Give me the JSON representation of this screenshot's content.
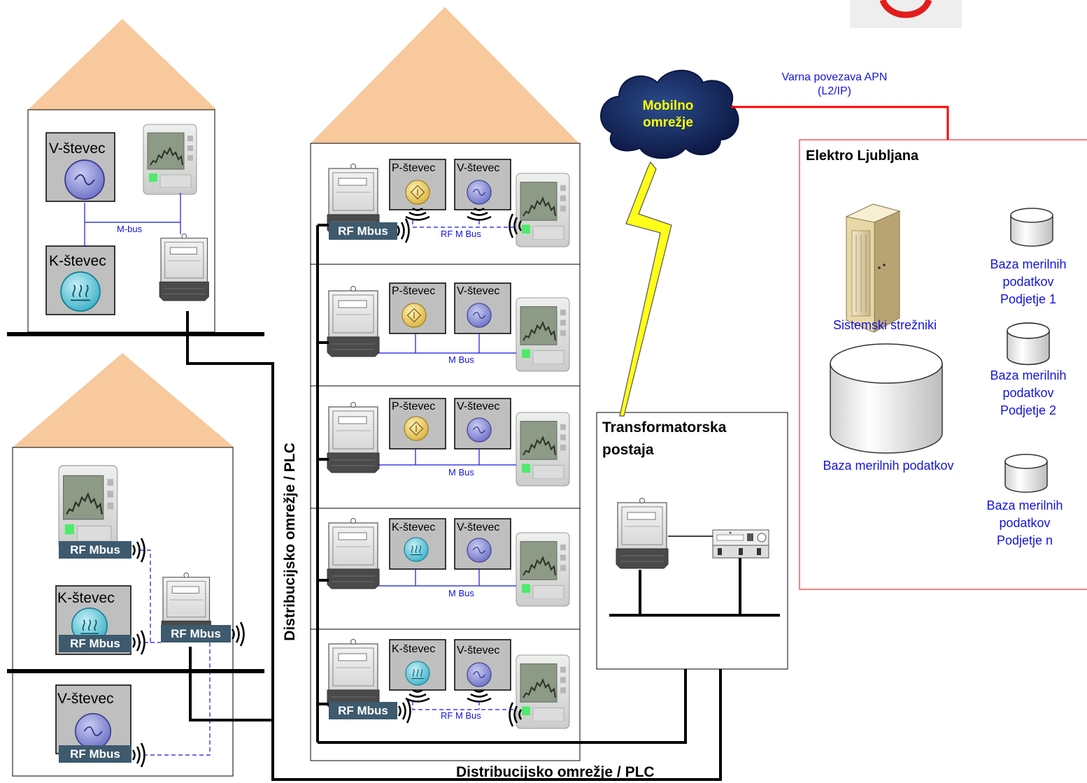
{
  "network": {
    "secure_link": "Varna povezava APN",
    "secure_link_2": "(L2/IP)",
    "mobile_network_1": "Mobilno",
    "mobile_network_2": "omrežje",
    "distribution_vertical": "Distribucijsko omrežje / PLC",
    "distribution_horizontal": "Distribucijsko omrežje / PLC"
  },
  "utility": {
    "title": "Elektro Ljubljana",
    "servers": "Sistemski strežniki",
    "main_db": "Baza merilnih podatkov",
    "company_dbs": [
      {
        "line1": "Baza merilnih",
        "line2": "podatkov",
        "line3": "Podjetje 1"
      },
      {
        "line1": "Baza merilnih",
        "line2": "podatkov",
        "line3": "Podjetje 2"
      },
      {
        "line1": "Baza merilnih",
        "line2": "podatkov",
        "line3": "Podjetje n"
      }
    ]
  },
  "substation": {
    "title_1": "Transformatorska",
    "title_2": "postaja"
  },
  "house_a": {
    "water_meter": "V-števec",
    "heat_meter": "K-števec",
    "bus": "M-bus"
  },
  "house_b": {
    "heat_meter": "K-števec",
    "water_meter": "V-števec",
    "rf_badge": "RF Mbus"
  },
  "building": {
    "floors": [
      {
        "left_meter": "P-števec",
        "right_meter": "V-števec",
        "bus": "RF M Bus",
        "rf_badge": "RF Mbus"
      },
      {
        "left_meter": "P-števec",
        "right_meter": "V-števec",
        "bus": "M Bus"
      },
      {
        "left_meter": "P-števec",
        "right_meter": "V-števec",
        "bus": "M Bus"
      },
      {
        "left_meter": "K-števec",
        "right_meter": "V-števec",
        "bus": "M Bus"
      },
      {
        "left_meter": "K-števec",
        "right_meter": "V-števec",
        "bus": "RF M Bus",
        "rf_badge": "RF Mbus"
      }
    ]
  },
  "colors": {
    "roof": "#f7c99c",
    "cloud": "#13235a",
    "cloud_text": "#ffff00",
    "secure_link": "#ff0000",
    "bus_blue": "#1414dc",
    "rf_badge": "#3d5a6e"
  }
}
